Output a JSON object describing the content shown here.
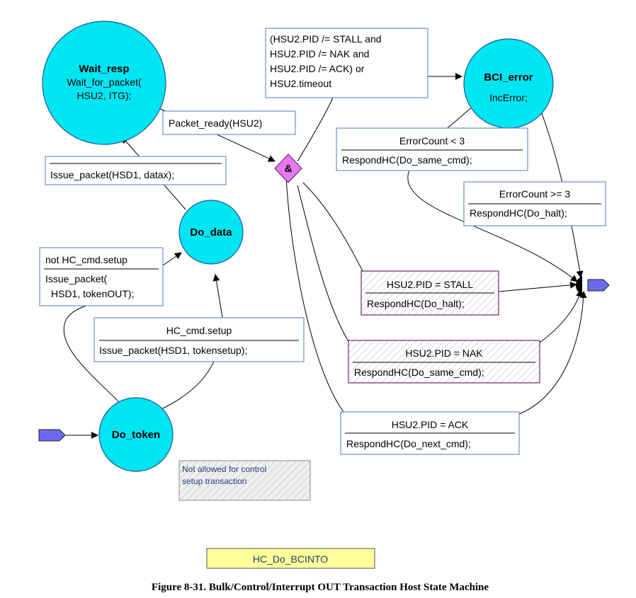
{
  "states": {
    "wait_resp": {
      "name": "Wait_resp",
      "line1": "Wait_for_packet(",
      "line2": "HSU2, ITG);"
    },
    "bci_error": {
      "name": "BCI_error",
      "line1": "IncError;"
    },
    "do_data": {
      "name": "Do_data"
    },
    "do_token": {
      "name": "Do_token"
    }
  },
  "junction": {
    "label": "&"
  },
  "conditions": {
    "error_check": [
      "(HSU2.PID /= STALL and",
      "HSU2.PID /= NAK and",
      "HSU2.PID /= ACK) or",
      "HSU2.timeout"
    ],
    "packet_ready": "Packet_ready(HSU2)",
    "issue_datax": "Issue_packet(HSD1, datax);",
    "not_setup": {
      "guard": "not HC_cmd.setup",
      "action1": "Issue_packet(",
      "action2": "HSD1, tokenOUT);"
    },
    "setup": {
      "guard": "HC_cmd.setup",
      "action": "Issue_packet(HSD1, tokensetup);"
    },
    "err_lt3": {
      "guard": "ErrorCount < 3",
      "action": "RespondHC(Do_same_cmd);"
    },
    "err_ge3": {
      "guard": "ErrorCount >= 3",
      "action": "RespondHC(Do_halt);"
    },
    "stall": {
      "guard": "HSU2.PID = STALL",
      "action": "RespondHC(Do_halt);"
    },
    "nak": {
      "guard": "HSU2.PID = NAK",
      "action": "RespondHC(Do_same_cmd);"
    },
    "ack": {
      "guard": "HSU2.PID = ACK",
      "action": "RespondHC(Do_next_cmd);"
    }
  },
  "note": [
    "Not allowed for control",
    "setup transaction"
  ],
  "machine_name": "HC_Do_BCINTO",
  "caption": "Figure 8-31.  Bulk/Control/Interrupt OUT Transaction Host State Machine",
  "colors": {
    "state_fill": "#00e5f2",
    "junction_fill": "#e878f0",
    "port_fill": "#6a6aee",
    "name_fill": "#ffff99"
  }
}
